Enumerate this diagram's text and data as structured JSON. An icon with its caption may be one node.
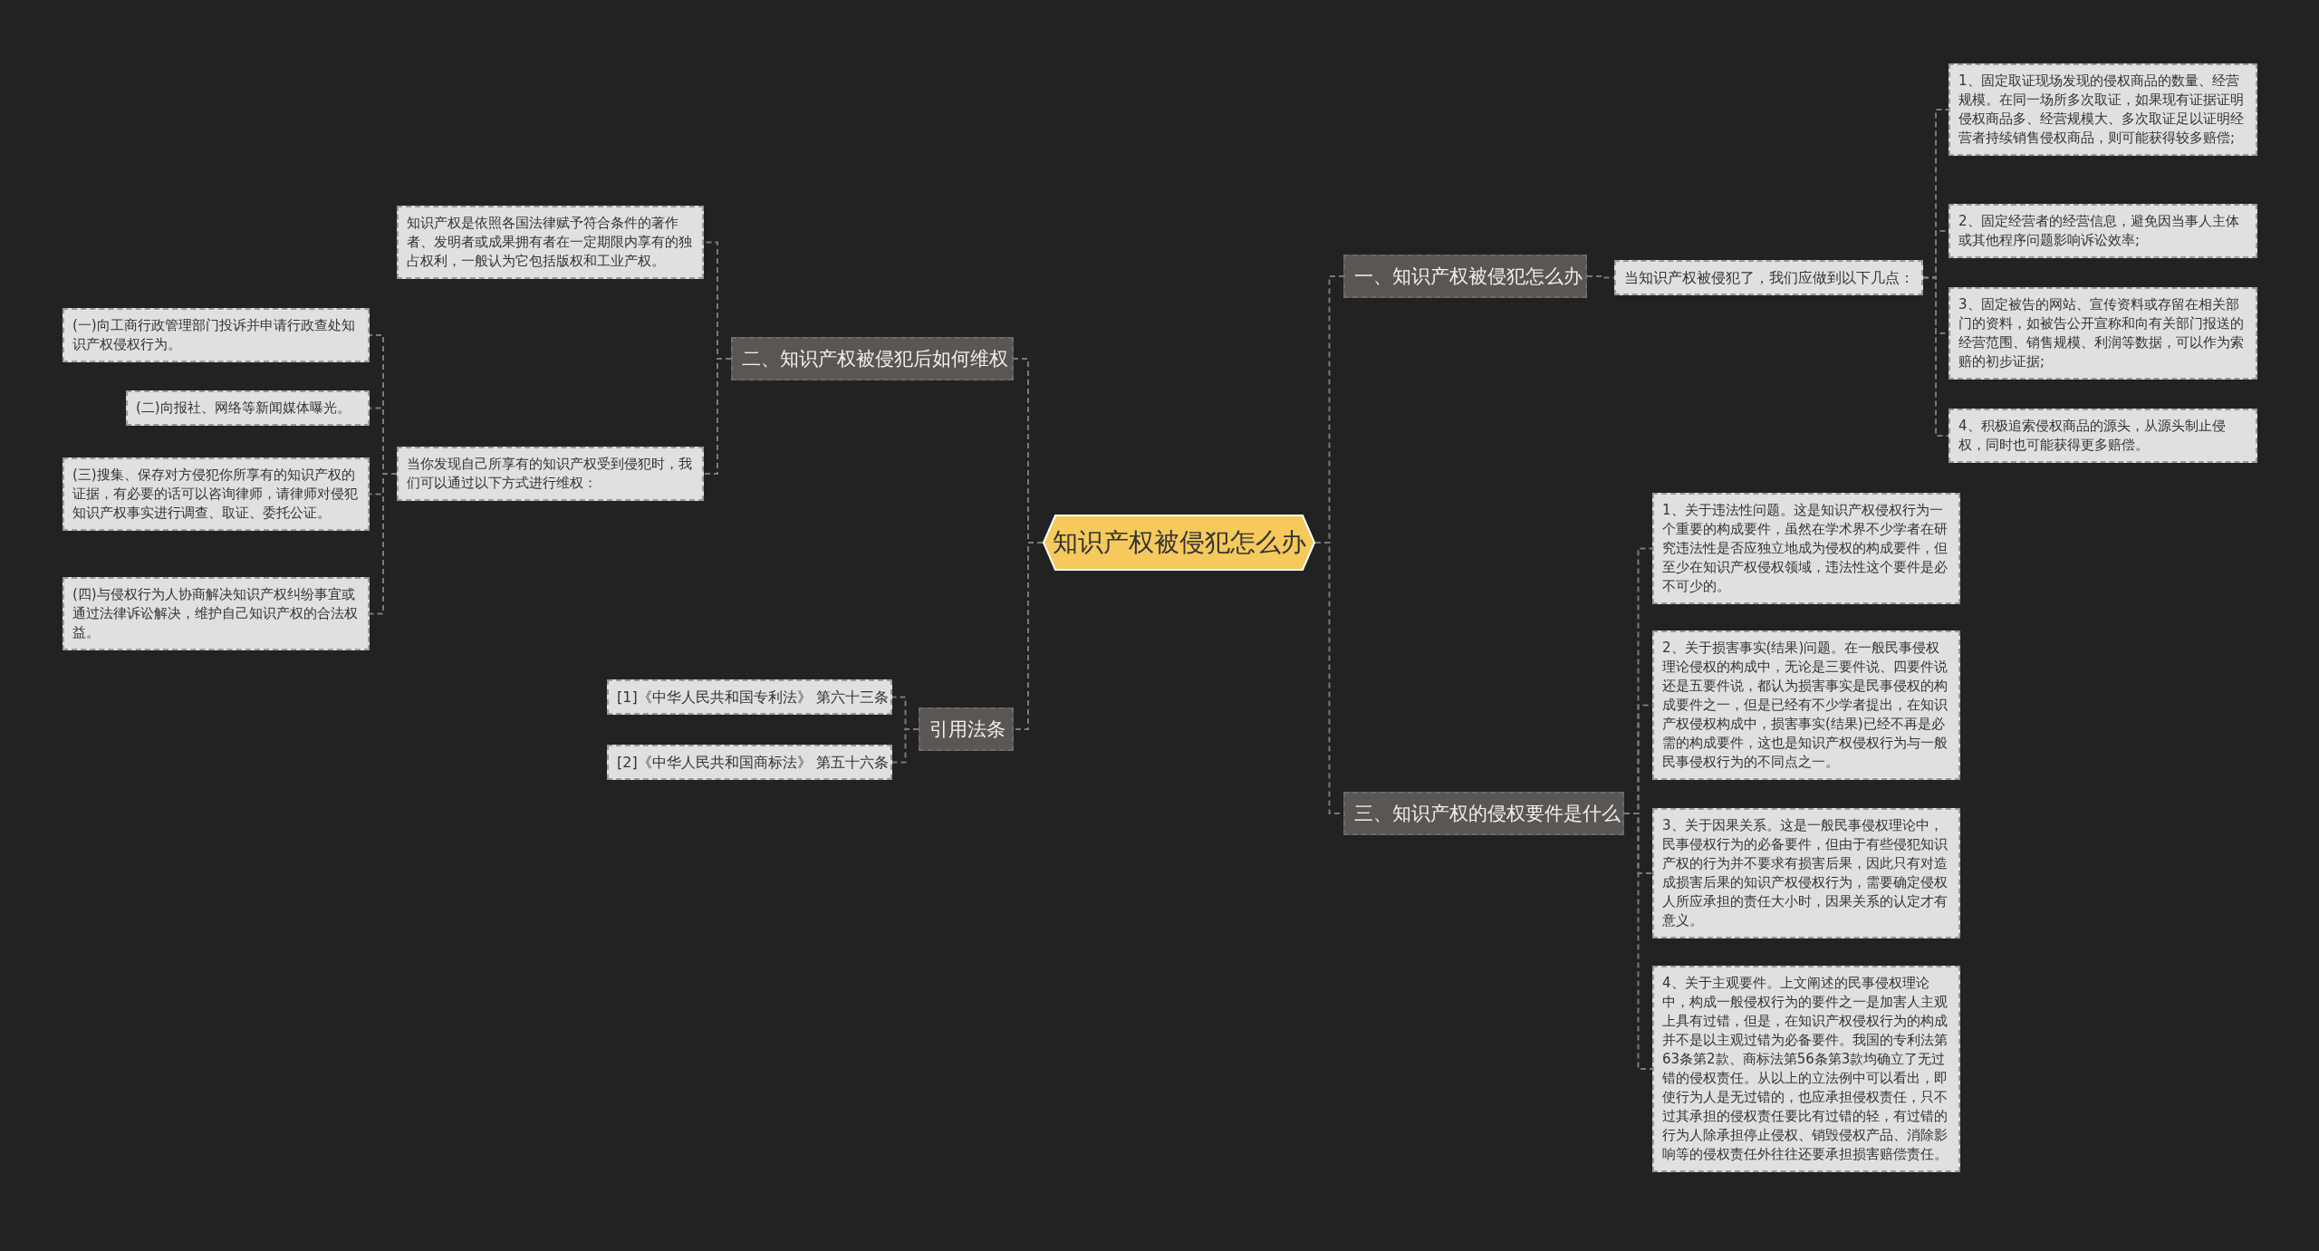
{
  "diagram": {
    "nodes": [
      {
        "text": [
          "知识产权被侵犯怎么办"
        ]
      },
      {
        "text": [
          "一、知识产权被侵犯怎么办"
        ]
      },
      {
        "text": [
          "当知识产权被侵犯了，我们应做到以下几点："
        ]
      },
      {
        "text": [
          "1、固定取证现场发现的侵权商品的数量、经营规模。在同一场所多次取证，如果现有证据证明侵权商品多、经营规模大、多次取证足以证明经营者持续销售侵权商品，则可能获得较多赔偿;"
        ]
      },
      {
        "text": [
          "2、固定经营者的经营信息，避免因当事人主体或其他程序问题影响诉讼效率;"
        ]
      },
      {
        "text": [
          "3、固定被告的网站、宣传资料或存留在相关部门的资料，如被告公开宣称和向有关部门报送的经营范围、销售规模、利润等数据，可以作为索赔的初步证据;"
        ]
      },
      {
        "text": [
          "4、积极追索侵权商品的源头，从源头制止侵权，同时也可能获得更多赔偿。"
        ]
      },
      {
        "text": [
          "三、知识产权的侵权要件是什么"
        ]
      },
      {
        "text": [
          "1、关于违法性问题。这是知识产权侵权行为一个重要的构成要件，虽然在学术界不少学者在研究违法性是否应独立地成为侵权的构成要件，但至少在知识产权侵权领域，违法性这个要件是必不可少的。"
        ]
      },
      {
        "text": [
          "2、关于损害事实(结果)问题。在一般民事侵权理论侵权的构成中，无论是三要件说、四要件说还是五要件说，都认为损害事实是民事侵权的构成要件之一，但是已经有不少学者提出，在知识产权侵权构成中，损害事实(结果)已经不再是必需的构成要件，这也是知识产权侵权行为与一般民事侵权行为的不同点之一。"
        ]
      },
      {
        "text": [
          "3、关于因果关系。这是一般民事侵权理论中，民事侵权行为的必备要件，但由于有些侵犯知识产权的行为并不要求有损害后果，因此只有对造成损害后果的知识产权侵权行为，需要确定侵权人所应承担的责任大小时，因果关系的认定才有意义。"
        ]
      },
      {
        "text": [
          "4、关于主观要件。上文阐述的民事侵权理论中，构成一般侵权行为的要件之一是加害人主观上具有过错，但是，在知识产权侵权行为的构成并不是以主观过错为必备要件。我国的专利法第63条第2款、商标法第56条第3款均确立了无过错的侵权责任。从以上的立法例中可以看出，即使行为人是无过错的，也应承担侵权责任，只不过其承担的侵权责任要比有过错的轻，有过错的行为人除承担停止侵权、销毁侵权产品、消除影响等的侵权责任外往往还要承担损害赔偿责任。"
        ]
      },
      {
        "text": [
          "二、知识产权被侵犯后如何维权"
        ]
      },
      {
        "text": [
          "知识产权是依照各国法律赋予符合条件的著作者、发明者或成果拥有者在一定期限内享有的独占权利，一般认为它包括版权和工业产权。"
        ]
      },
      {
        "text": [
          "当你发现自己所享有的知识产权受到侵犯时，我们可以通过以下方式进行维权："
        ]
      },
      {
        "text": [
          "(一)向工商行政管理部门投诉并申请行政查处知识产权侵权行为。"
        ]
      },
      {
        "text": [
          "(二)向报社、网络等新闻媒体曝光。"
        ]
      },
      {
        "text": [
          "(三)搜集、保存对方侵犯你所享有的知识产权的证据，有必要的话可以咨询律师，请律师对侵犯知识产权事实进行调查、取证、委托公证。"
        ]
      },
      {
        "text": [
          "(四)与侵权行为人协商解决知识产权纠纷事宜或通过法律诉讼解决，维护自己知识产权的合法权益。"
        ]
      },
      {
        "text": [
          "引用法条"
        ]
      },
      {
        "text": [
          "[1]《中华人民共和国专利法》 第六十三条"
        ]
      },
      {
        "text": [
          "[2]《中华人民共和国商标法》 第五十六条"
        ]
      }
    ],
    "edges": [
      {
        "from": 0,
        "to": 1,
        "arrow": "none"
      },
      {
        "from": 1,
        "to": 2,
        "arrow": "none"
      },
      {
        "from": 2,
        "to": 3,
        "arrow": "none"
      },
      {
        "from": 2,
        "to": 4,
        "arrow": "none"
      },
      {
        "from": 2,
        "to": 5,
        "arrow": "none"
      },
      {
        "from": 2,
        "to": 6,
        "arrow": "none"
      },
      {
        "from": 0,
        "to": 7,
        "arrow": "none"
      },
      {
        "from": 7,
        "to": 8,
        "arrow": "none"
      },
      {
        "from": 7,
        "to": 9,
        "arrow": "none"
      },
      {
        "from": 7,
        "to": 10,
        "arrow": "none"
      },
      {
        "from": 7,
        "to": 11,
        "arrow": "none"
      },
      {
        "from": 0,
        "to": 12,
        "arrow": "none"
      },
      {
        "from": 12,
        "to": 13,
        "arrow": "none"
      },
      {
        "from": 12,
        "to": 14,
        "arrow": "none"
      },
      {
        "from": 14,
        "to": 15,
        "arrow": "none"
      },
      {
        "from": 14,
        "to": 16,
        "arrow": "none"
      },
      {
        "from": 14,
        "to": 17,
        "arrow": "none"
      },
      {
        "from": 14,
        "to": 18,
        "arrow": "none"
      },
      {
        "from": 0,
        "to": 19,
        "arrow": "none"
      },
      {
        "from": 19,
        "to": 20,
        "arrow": "none"
      },
      {
        "from": 19,
        "to": 21,
        "arrow": "none"
      }
    ]
  }
}
